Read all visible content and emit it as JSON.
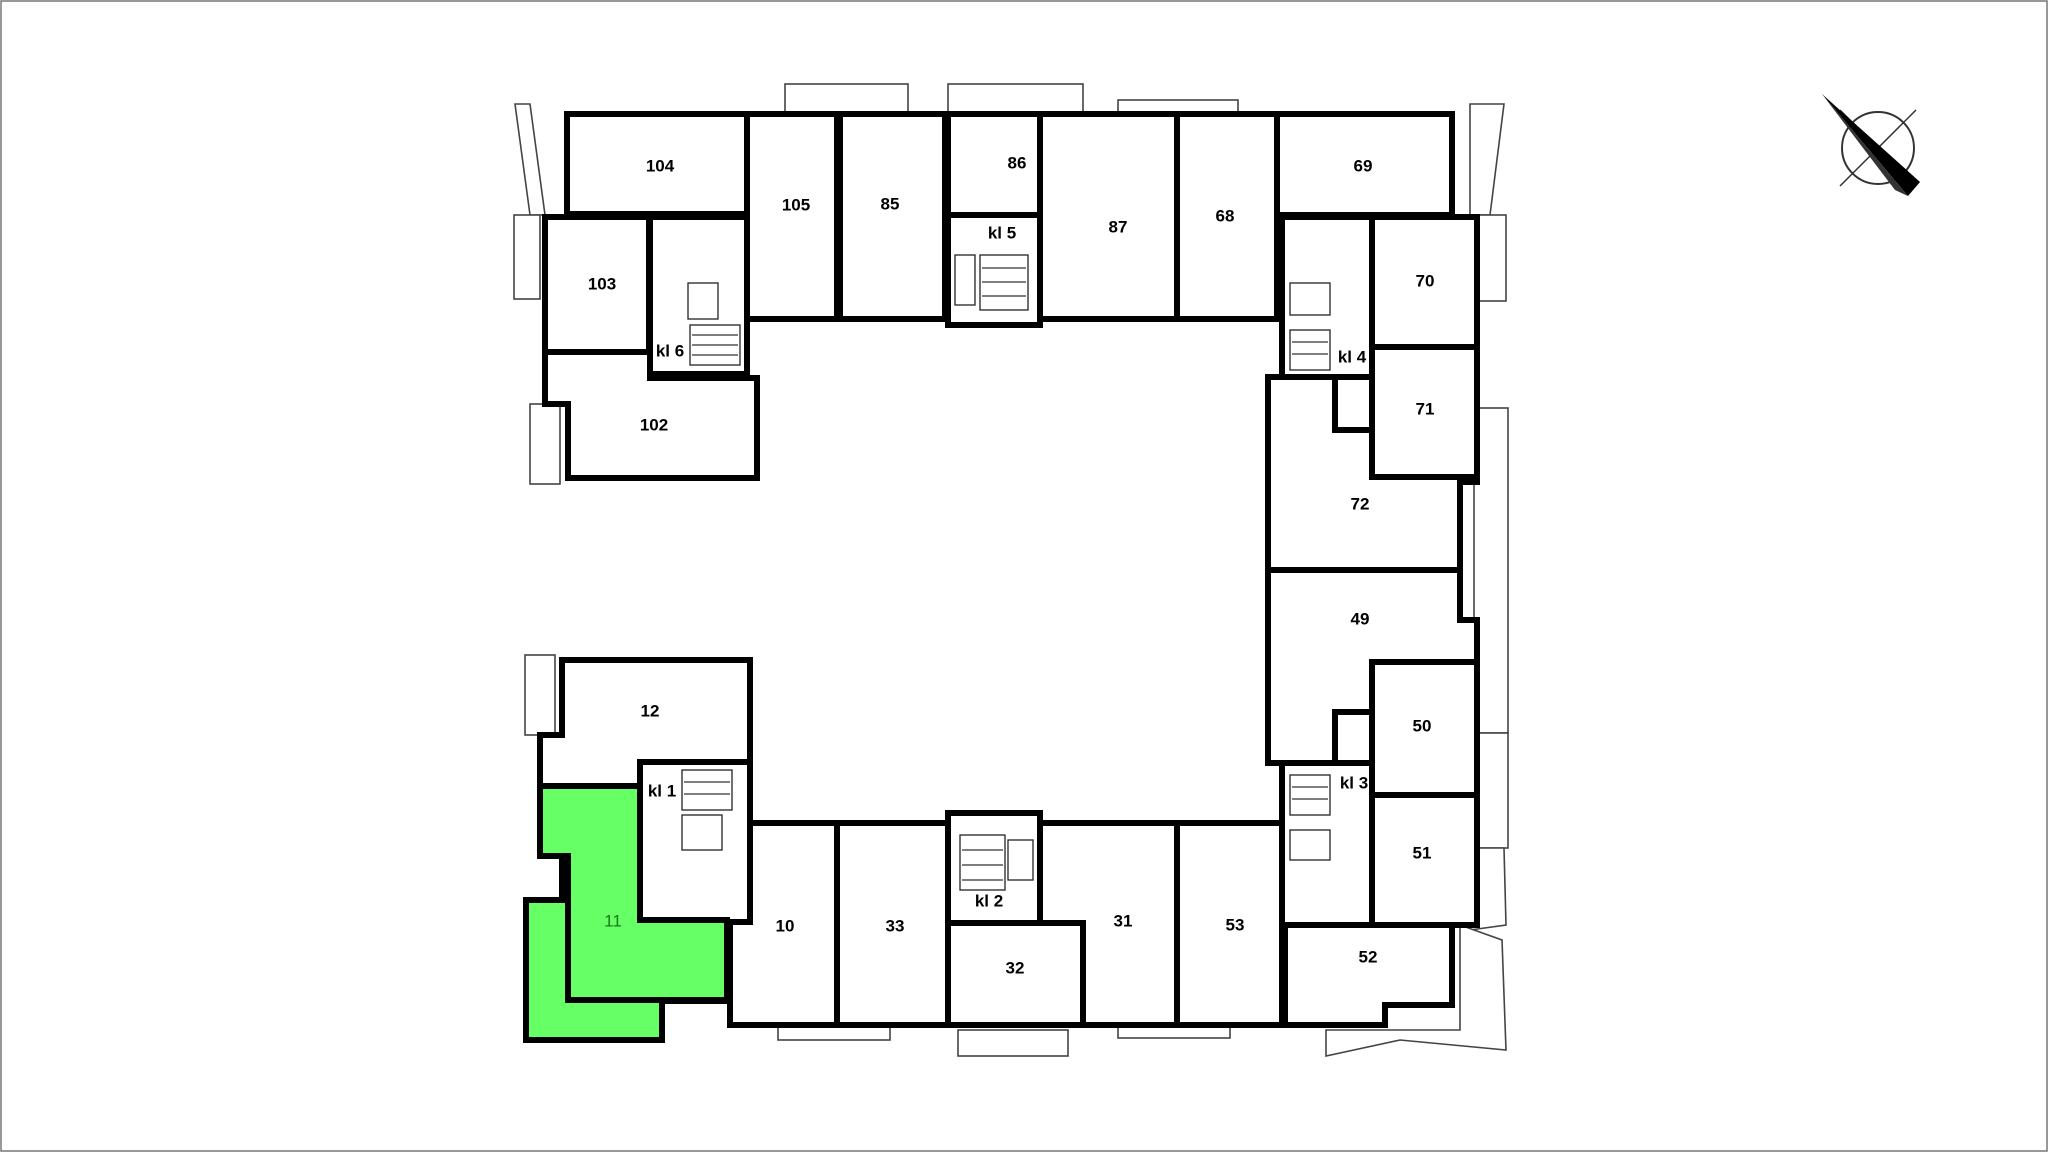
{
  "plan": {
    "highlight_color": "#66ff66",
    "units": [
      {
        "id": "104",
        "label": "104",
        "highlighted": false
      },
      {
        "id": "105",
        "label": "105",
        "highlighted": false
      },
      {
        "id": "85",
        "label": "85",
        "highlighted": false
      },
      {
        "id": "86",
        "label": "86",
        "highlighted": false
      },
      {
        "id": "87",
        "label": "87",
        "highlighted": false
      },
      {
        "id": "68",
        "label": "68",
        "highlighted": false
      },
      {
        "id": "69",
        "label": "69",
        "highlighted": false
      },
      {
        "id": "103",
        "label": "103",
        "highlighted": false
      },
      {
        "id": "102",
        "label": "102",
        "highlighted": false
      },
      {
        "id": "70",
        "label": "70",
        "highlighted": false
      },
      {
        "id": "71",
        "label": "71",
        "highlighted": false
      },
      {
        "id": "72",
        "label": "72",
        "highlighted": false
      },
      {
        "id": "49",
        "label": "49",
        "highlighted": false
      },
      {
        "id": "50",
        "label": "50",
        "highlighted": false
      },
      {
        "id": "51",
        "label": "51",
        "highlighted": false
      },
      {
        "id": "52",
        "label": "52",
        "highlighted": false
      },
      {
        "id": "53",
        "label": "53",
        "highlighted": false
      },
      {
        "id": "31",
        "label": "31",
        "highlighted": false
      },
      {
        "id": "32",
        "label": "32",
        "highlighted": false
      },
      {
        "id": "33",
        "label": "33",
        "highlighted": false
      },
      {
        "id": "10",
        "label": "10",
        "highlighted": false
      },
      {
        "id": "11",
        "label": "11",
        "highlighted": true
      },
      {
        "id": "12",
        "label": "12",
        "highlighted": false
      }
    ],
    "stairwells": [
      {
        "id": "kl1",
        "label": "kl 1"
      },
      {
        "id": "kl2",
        "label": "kl 2"
      },
      {
        "id": "kl3",
        "label": "kl 3"
      },
      {
        "id": "kl4",
        "label": "kl 4"
      },
      {
        "id": "kl5",
        "label": "kl 5"
      },
      {
        "id": "kl6",
        "label": "kl 6"
      }
    ],
    "compass": {
      "icon": "north-arrow-icon"
    }
  }
}
